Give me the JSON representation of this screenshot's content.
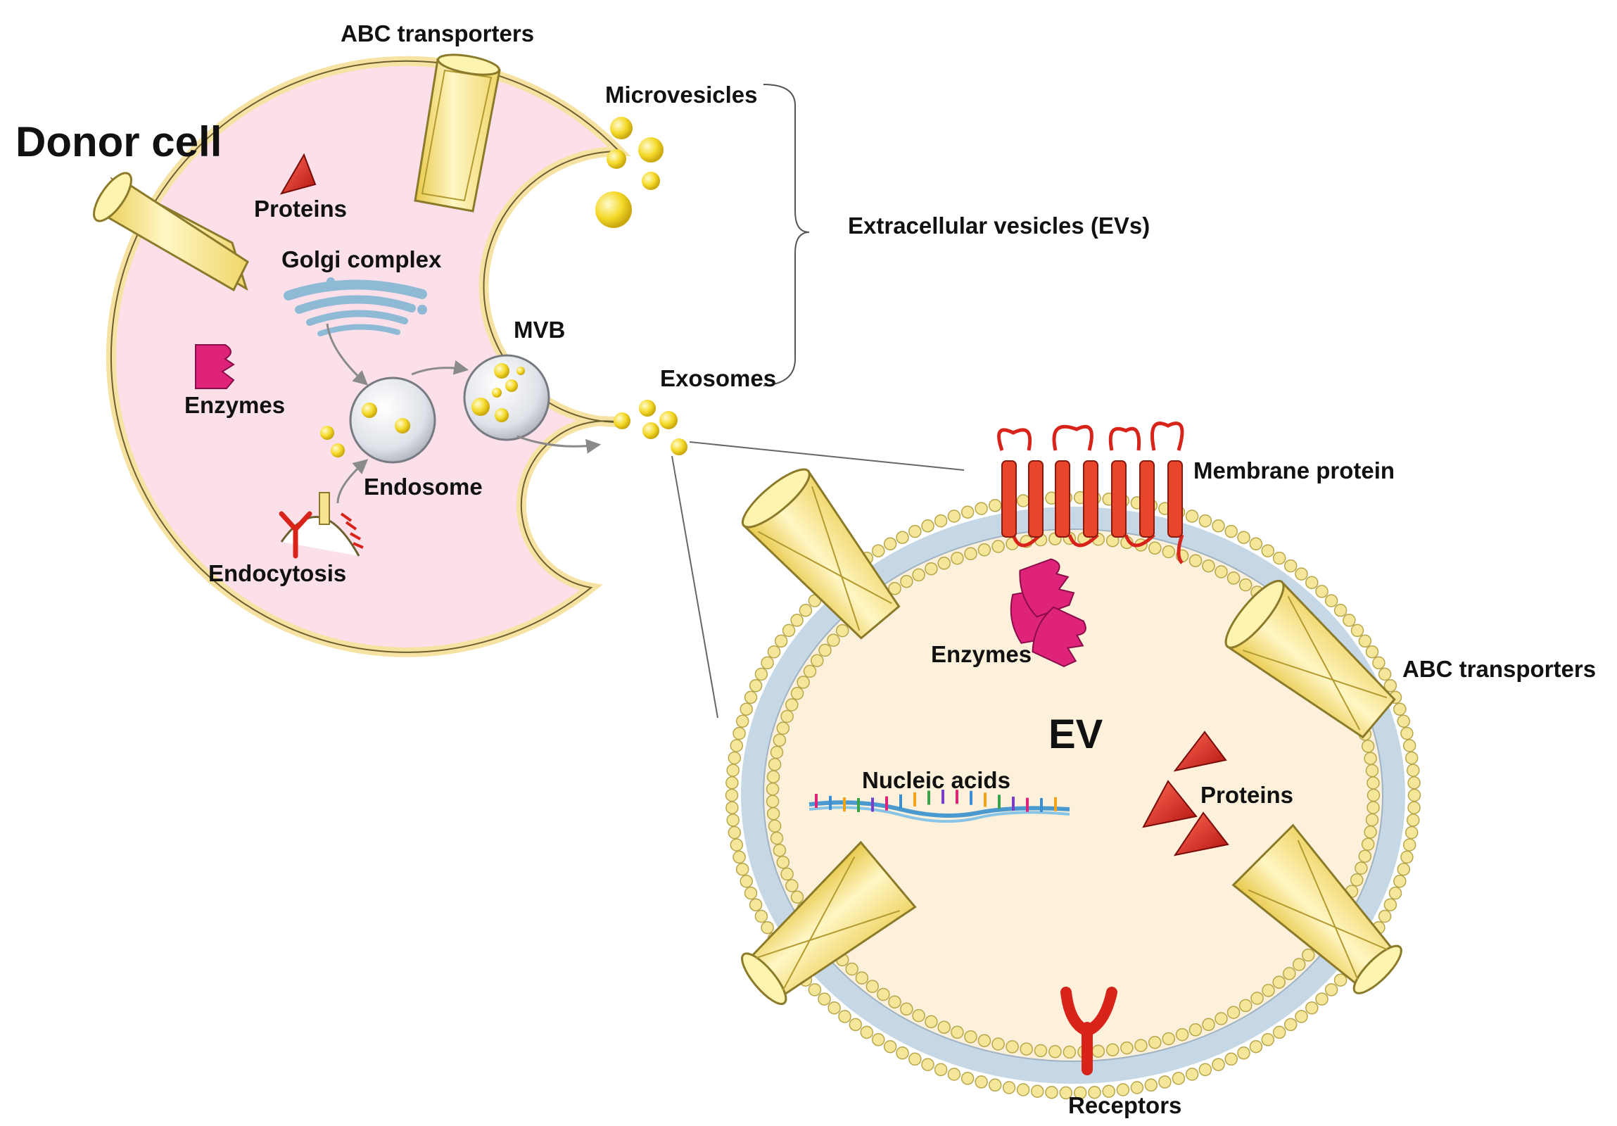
{
  "donor": {
    "title": "Donor cell",
    "abc_top": "ABC transporters",
    "proteins": "Proteins",
    "golgi": "Golgi complex",
    "enzymes": "Enzymes",
    "mvb": "MVB",
    "endosome": "Endosome",
    "endocytosis": "Endocytosis"
  },
  "release": {
    "microvesicles": "Microvesicles",
    "exosomes": "Exosomes",
    "evs": "Extracellular vesicles (EVs)"
  },
  "ev": {
    "title": "EV",
    "membrane_protein": "Membrane protein",
    "enzymes": "Enzymes",
    "abc": "ABC transporters",
    "nucleic_acids": "Nucleic acids",
    "proteins": "Proteins",
    "receptors": "Receptors"
  },
  "colors": {
    "cell_fill": "#fbe0ea",
    "cell_membrane": "#f6e3a3",
    "ev_fill": "#fdf1dc",
    "lipid_head": "#f5e79a",
    "lipid_tail": "#c6d8e6",
    "transporter": "#f7e48e",
    "protein_red": "#d8231b",
    "enzyme_pink": "#e0237a",
    "vesicle_yellow": "#f2d51b",
    "organelle_grey": "#d9dce3",
    "golgi_blue": "#8fbad6"
  }
}
